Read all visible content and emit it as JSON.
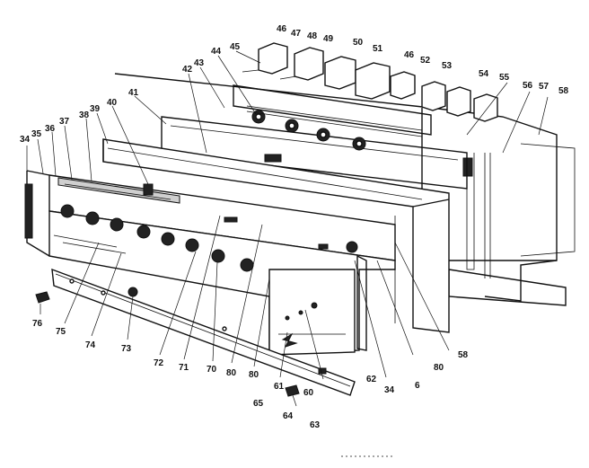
{
  "labels": [
    {
      "t": "34"
    },
    {
      "t": "35"
    },
    {
      "t": "36"
    },
    {
      "t": "37"
    },
    {
      "t": "38"
    },
    {
      "t": "39"
    },
    {
      "t": "40"
    },
    {
      "t": "41"
    },
    {
      "t": "42"
    },
    {
      "t": "43"
    },
    {
      "t": "44"
    },
    {
      "t": "45"
    },
    {
      "t": "46"
    },
    {
      "t": "47"
    },
    {
      "t": "48"
    },
    {
      "t": "49"
    },
    {
      "t": "50"
    },
    {
      "t": "51"
    },
    {
      "t": "46"
    },
    {
      "t": "52"
    },
    {
      "t": "53"
    },
    {
      "t": "54"
    },
    {
      "t": "55"
    },
    {
      "t": "56"
    },
    {
      "t": "57"
    },
    {
      "t": "58"
    },
    {
      "t": "76"
    },
    {
      "t": "75"
    },
    {
      "t": "74"
    },
    {
      "t": "73"
    },
    {
      "t": "72"
    },
    {
      "t": "71"
    },
    {
      "t": "70"
    },
    {
      "t": "80"
    },
    {
      "t": "80"
    },
    {
      "t": "61"
    },
    {
      "t": "60"
    },
    {
      "t": "65"
    },
    {
      "t": "64"
    },
    {
      "t": "63"
    },
    {
      "t": "62"
    },
    {
      "t": "34"
    },
    {
      "t": "6"
    },
    {
      "t": "80"
    },
    {
      "t": "58"
    }
  ]
}
